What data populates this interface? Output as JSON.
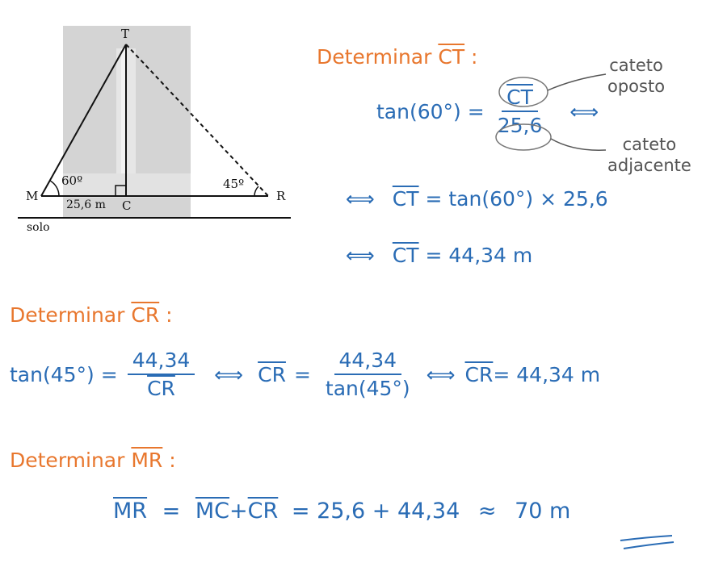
{
  "diagram": {
    "points": {
      "T": "T",
      "M": "M",
      "C": "C",
      "R": "R"
    },
    "angle_m": "60º",
    "angle_r": "45º",
    "length_mc": "25,6 m",
    "ground": "solo"
  },
  "section1": {
    "heading": "Determinar",
    "heading_segment": "CT",
    "heading_colon": ":",
    "lhs": "tan(60°) =",
    "num": "CT",
    "den": "25,6",
    "iff": "⟺",
    "note_opposite": [
      "cateto",
      "oposto"
    ],
    "note_adjacent": [
      "cateto",
      "adjacente"
    ],
    "line2_iff": "⟺",
    "line2_seg": "CT",
    "line2_rhs": "= tan(60°) × 25,6",
    "line3_iff": "⟺",
    "line3_seg": "CT",
    "line3_rhs": "= 44,34 m"
  },
  "section2": {
    "heading": "Determinar",
    "heading_segment": "CR",
    "heading_colon": ":",
    "lhs": "tan(45°) =",
    "num1": "44,34",
    "den1": "CR",
    "iff1": "⟺",
    "seg1": "CR",
    "eq1": "=",
    "num2": "44,34",
    "den2": "tan(45°)",
    "iff2": "⟺",
    "seg2": "CR",
    "rhs": "= 44,34 m"
  },
  "section3": {
    "heading": "Determinar",
    "heading_segment": "MR",
    "heading_colon": ":",
    "seg_mr": "MR",
    "eq": "=",
    "seg_mc": "MC",
    "plus": "+",
    "seg_cr": "CR",
    "rhs": "= 25,6 + 44,34",
    "approx": "≈",
    "result": "70 m"
  },
  "colors": {
    "orange": "#e8772e",
    "blue": "#2a6cb5"
  }
}
